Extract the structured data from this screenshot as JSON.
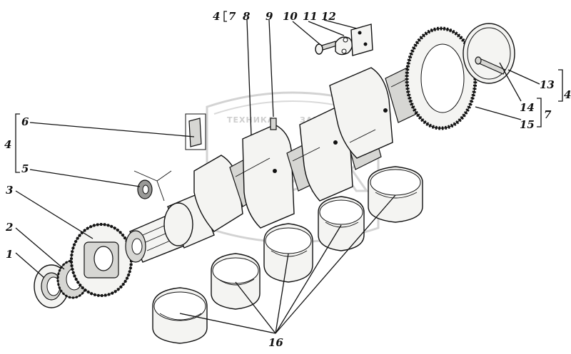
{
  "watermark": {
    "left_word": "ТЕХНИКА",
    "right_word": "ЗАПЧАСТИ",
    "center_letters": "ФЛК"
  },
  "callouts": [
    {
      "id": "c1",
      "text": "1"
    },
    {
      "id": "c2",
      "text": "2"
    },
    {
      "id": "c3",
      "text": "3"
    },
    {
      "id": "c4a",
      "text": "4"
    },
    {
      "id": "c5",
      "text": "5"
    },
    {
      "id": "c6",
      "text": "6"
    },
    {
      "id": "c4b",
      "text": "4"
    },
    {
      "id": "c7a",
      "text": "7"
    },
    {
      "id": "c8",
      "text": "8"
    },
    {
      "id": "c9",
      "text": "9"
    },
    {
      "id": "c10",
      "text": "10"
    },
    {
      "id": "c11",
      "text": "11"
    },
    {
      "id": "c12",
      "text": "12"
    },
    {
      "id": "c13",
      "text": "13"
    },
    {
      "id": "c4c",
      "text": "4"
    },
    {
      "id": "c14",
      "text": "14"
    },
    {
      "id": "c7b",
      "text": "7"
    },
    {
      "id": "c15",
      "text": "15"
    },
    {
      "id": "c16",
      "text": "16"
    }
  ]
}
